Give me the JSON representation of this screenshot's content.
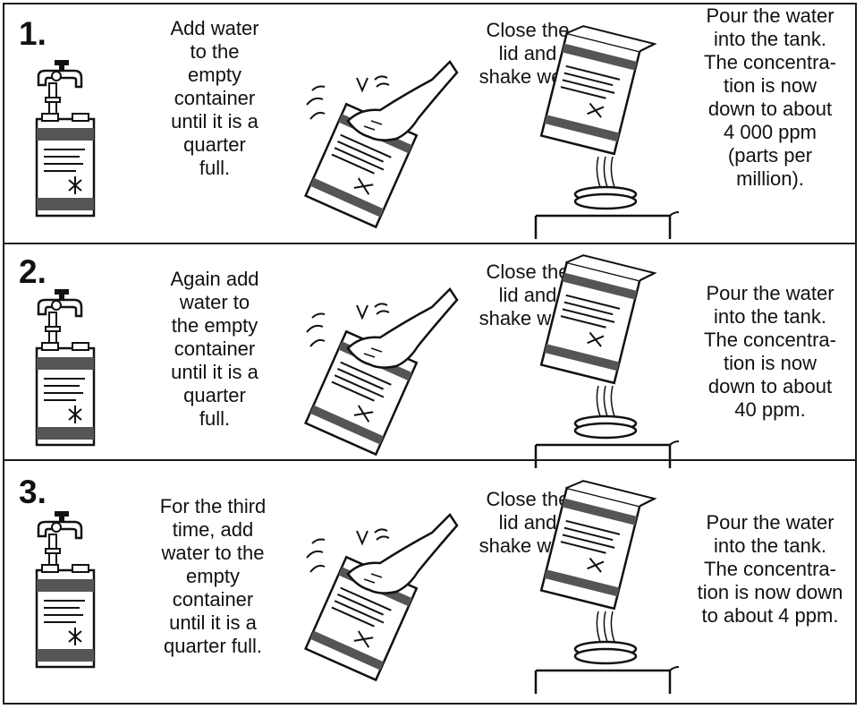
{
  "steps": [
    {
      "number": "1.",
      "add_text": "Add water\nto the\nempty\ncontainer\nuntil it is a\nquarter\nfull.",
      "shake_text": "Close the\nlid and\nshake well.",
      "pour_text": "Pour the water\ninto the tank.\nThe concentra-\ntion is now\ndown to about\n4 000 ppm\n(parts per\nmillion)."
    },
    {
      "number": "2.",
      "add_text": "Again add\nwater to\nthe empty\ncontainer\nuntil it is a\nquarter\nfull.",
      "shake_text": "Close the\nlid and\nshake well.",
      "pour_text": "Pour the water\ninto the tank.\nThe concentra-\ntion is now\ndown to about\n40 ppm."
    },
    {
      "number": "3.",
      "add_text": "For the third\ntime, add\nwater to the\nempty\ncontainer\nuntil it is a\nquarter full.",
      "shake_text": "Close the\nlid and\nshake well.",
      "pour_text": "Pour the water\ninto the tank.\nThe concentra-\ntion is now down\nto about 4 ppm."
    }
  ]
}
